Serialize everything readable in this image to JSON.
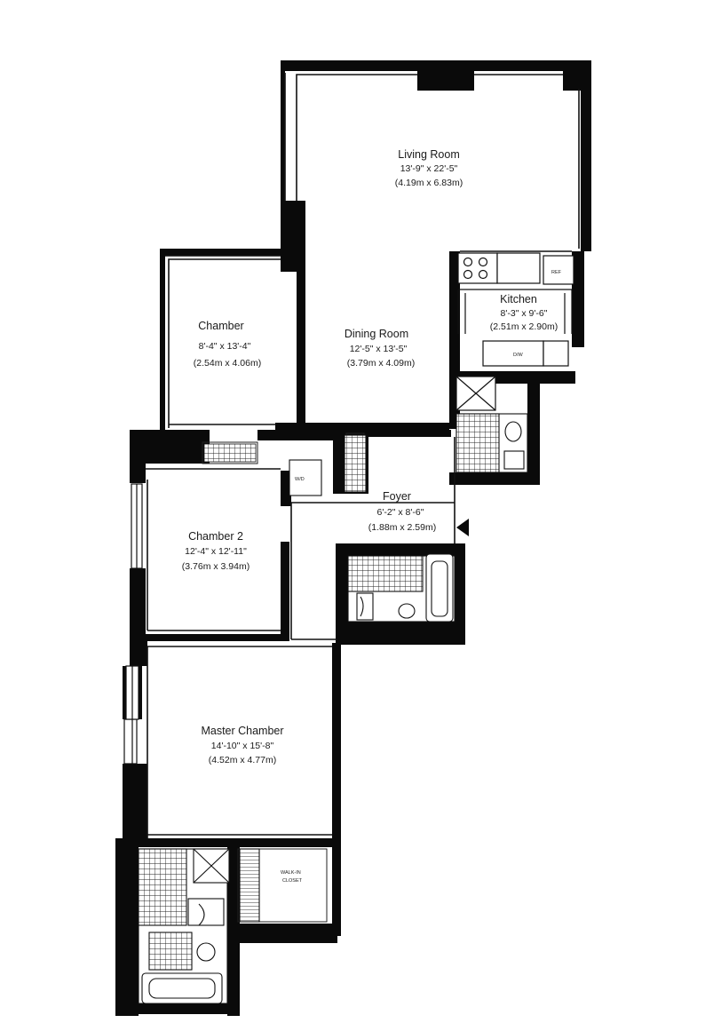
{
  "rooms": {
    "living": {
      "name": "Living Room",
      "imperial": "13'-9\" x 22'-5\"",
      "metric": "(4.19m x 6.83m)"
    },
    "kitchen": {
      "name": "Kitchen",
      "imperial": "8'-3\" x 9'-6\"",
      "metric": "(2.51m x 2.90m)"
    },
    "dining": {
      "name": "Dining Room",
      "imperial": "12'-5\" x 13'-5\"",
      "metric": "(3.79m x 4.09m)"
    },
    "chamber": {
      "name": "Chamber",
      "imperial": "8'-4\" x 13'-4\"",
      "metric": "(2.54m x 4.06m)"
    },
    "foyer": {
      "name": "Foyer",
      "imperial": "6'-2\" x 8'-6\"",
      "metric": "(1.88m x 2.59m)"
    },
    "chamber2": {
      "name": "Chamber 2",
      "imperial": "12'-4\" x 12'-11\"",
      "metric": "(3.76m x 3.94m)"
    },
    "master": {
      "name": "Master Chamber",
      "imperial": "14'-10\" x 15'-8\"",
      "metric": "(4.52m x 4.77m)"
    }
  },
  "fixtures": {
    "fridge": "REF",
    "dishwasher": "D/W",
    "washer_dryer": "W/D",
    "walk_in_closet_line1": "WALK-IN",
    "walk_in_closet_line2": "CLOSET"
  }
}
